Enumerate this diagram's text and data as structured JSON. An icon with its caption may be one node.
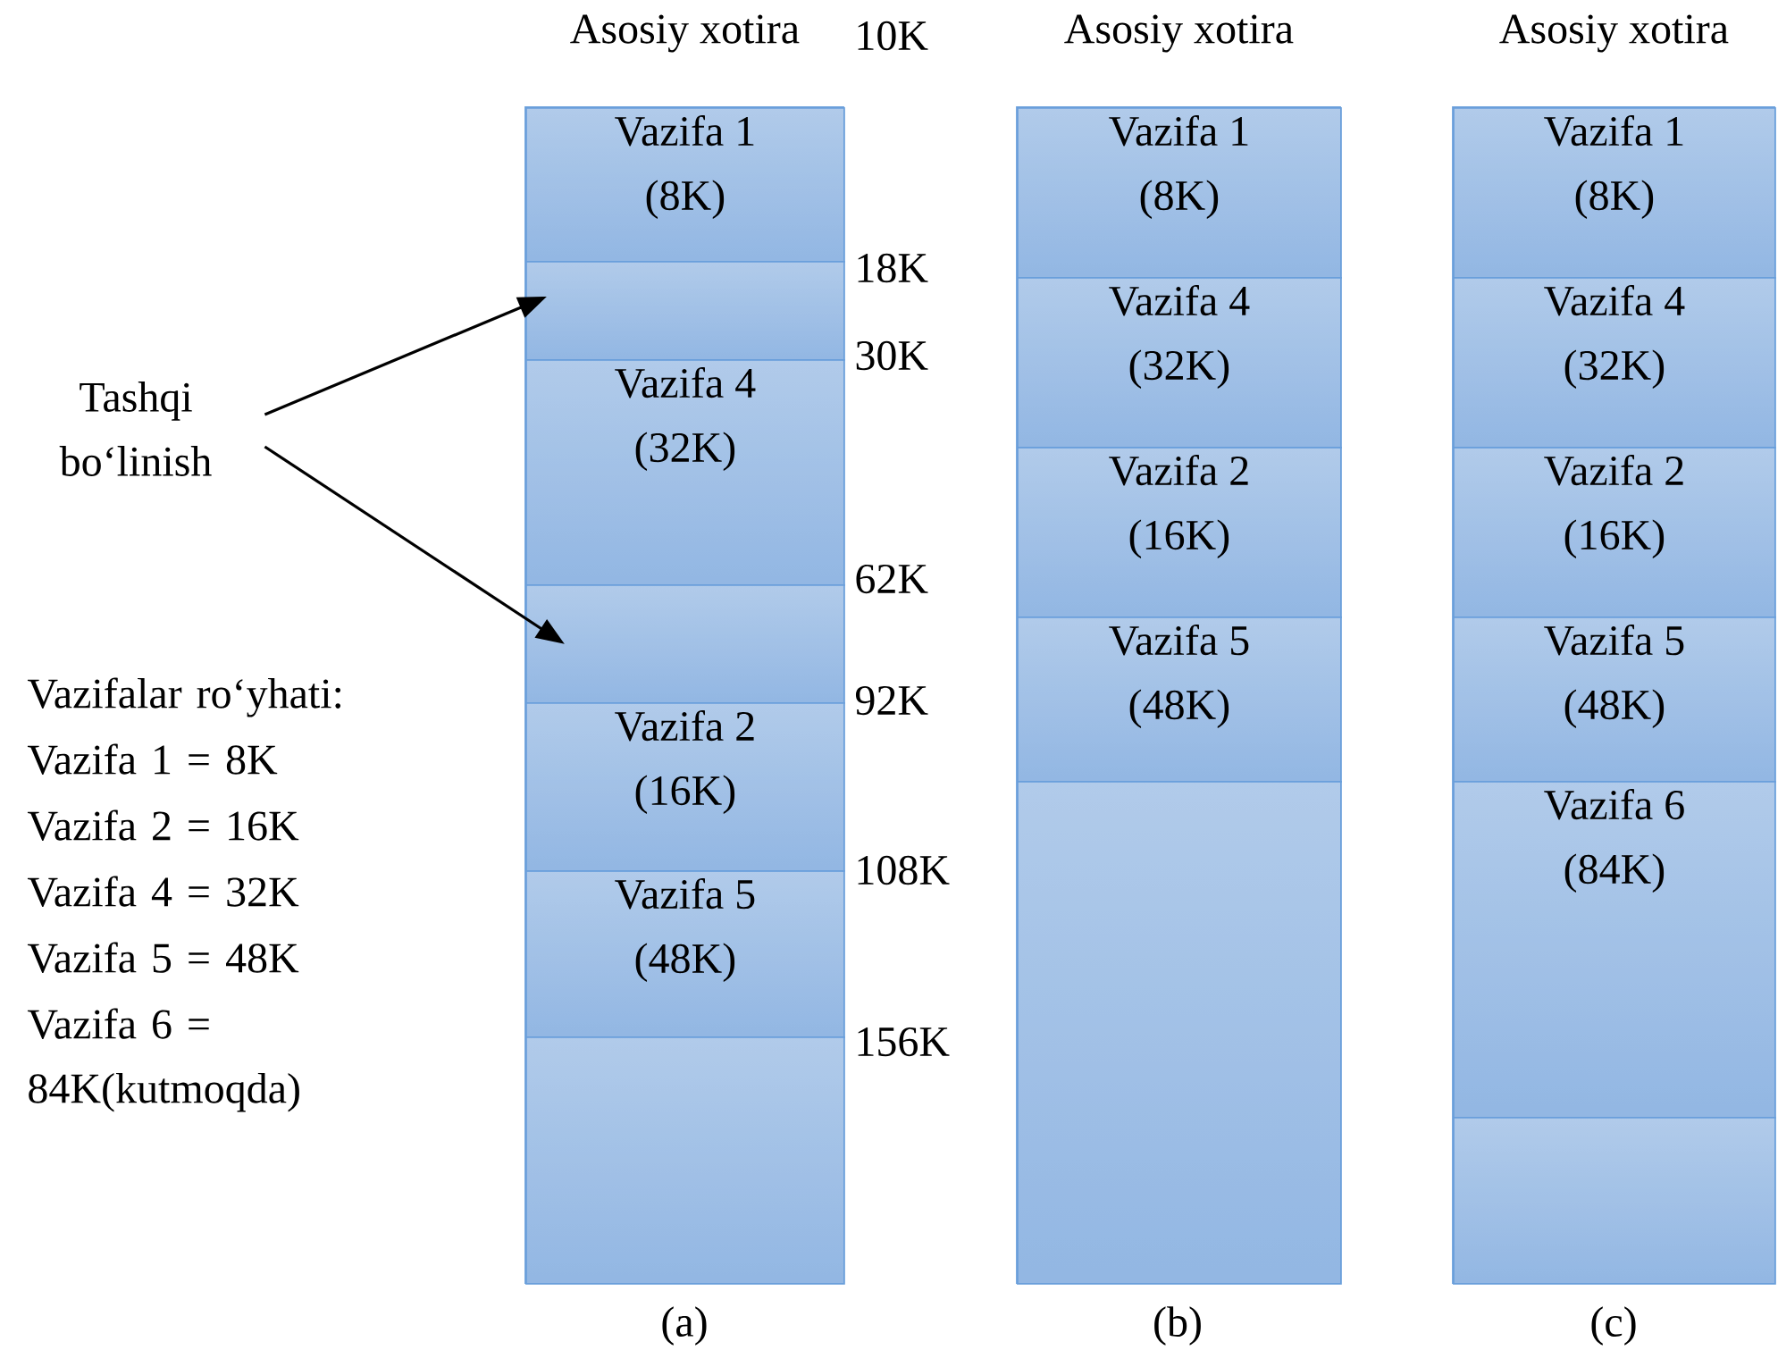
{
  "diagram": {
    "nodes": [
      {
        "text": [
          "Tashqi bo‘linish"
        ]
      },
      {
        "text": [
          "Asosiy xotira"
        ],
        "beside": [
          "(a)"
        ]
      },
      {
        "text": [
          "Vazifa 1 (8K)"
        ],
        "in": 1
      },
      {
        "text": [],
        "shape": "box",
        "in": 1
      },
      {
        "text": [
          "Vazifa 4 (32K)"
        ],
        "in": 1
      },
      {
        "text": [],
        "shape": "box",
        "in": 1
      },
      {
        "text": [
          "Vazifa 2 (16K)"
        ],
        "in": 1
      },
      {
        "text": [
          "Vazifa 5 (48K)"
        ],
        "in": 1
      },
      {
        "text": [],
        "shape": "box",
        "in": 1
      },
      {
        "text": [
          "Asosiy xotira"
        ],
        "beside": [
          "(b)"
        ]
      },
      {
        "text": [
          "Vazifa 1 (8K)"
        ],
        "in": 9
      },
      {
        "text": [
          "Vazifa 4 (32K)"
        ],
        "in": 9
      },
      {
        "text": [
          "Vazifa 2 (16K)"
        ],
        "in": 9
      },
      {
        "text": [
          "Vazifa 5 (48K)"
        ],
        "in": 9
      },
      {
        "text": [],
        "shape": "box",
        "in": 9
      },
      {
        "text": [
          "Asosiy xotira"
        ],
        "beside": [
          "(c)"
        ]
      },
      {
        "text": [
          "Vazifa 1 (8K)"
        ],
        "in": 15
      },
      {
        "text": [
          "Vazifa 4 (32K)"
        ],
        "in": 15
      },
      {
        "text": [
          "Vazifa 2 (16K)"
        ],
        "in": 15
      },
      {
        "text": [
          "Vazifa 5 (48K)"
        ],
        "in": 15
      },
      {
        "text": [
          "Vazifa 6 (84K)"
        ],
        "in": 15
      },
      {
        "text": [],
        "shape": "box",
        "in": 15
      }
    ],
    "edges": [
      {
        "from": 0,
        "to": 3,
        "arrow": "to"
      },
      {
        "from": 0,
        "to": 5,
        "arrow": "to"
      }
    ],
    "labels": [
      "10K",
      "18K",
      "30K",
      "62K",
      "92K",
      "108K",
      "156K",
      "Vazifalar ro‘yhati:",
      "Vazifa 1 = 8K",
      "Vazifa 2 = 16K",
      "Vazifa 4 = 32K",
      "Vazifa 5 = 48K",
      "Vazifa 6 = 84K(kutmoqda)"
    ]
  }
}
